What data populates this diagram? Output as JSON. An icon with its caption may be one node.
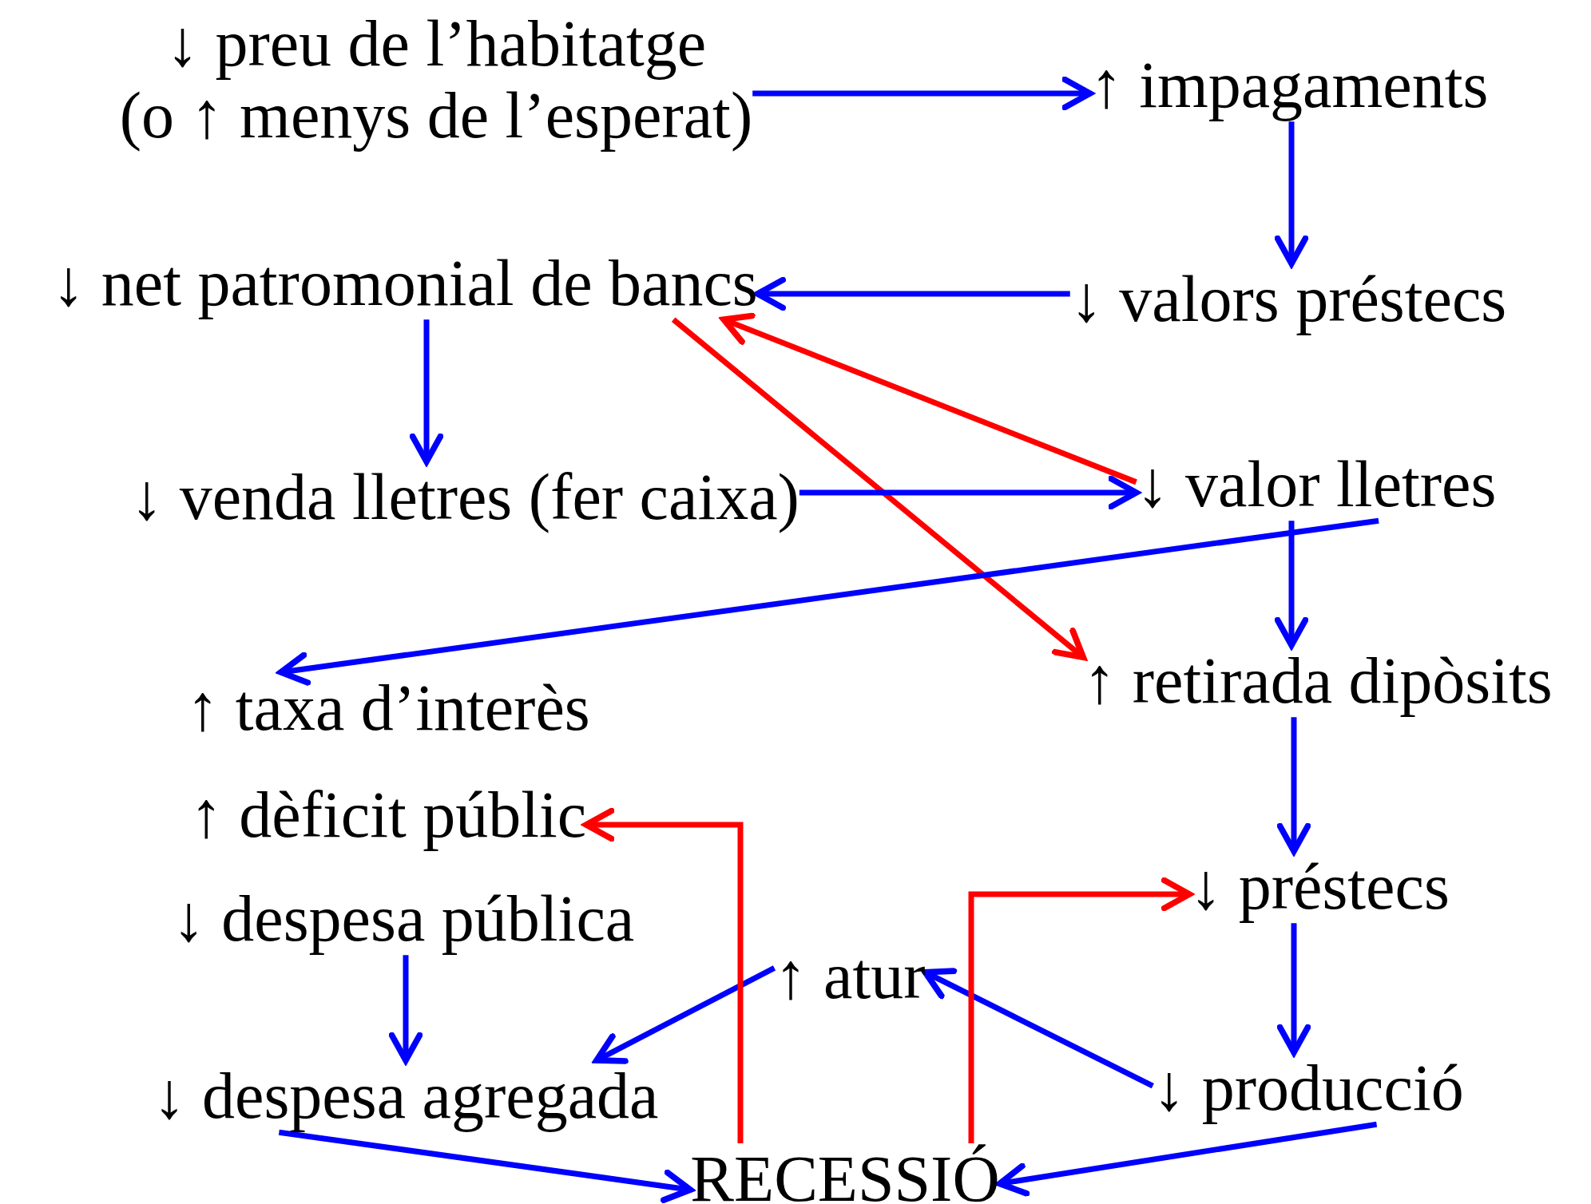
{
  "diagram": {
    "nodes": [
      {
        "text": [
          "↓ preu de l’habitatge",
          "(o ↑ menys de l’esperat)"
        ]
      },
      {
        "text": [
          "↑ impagaments"
        ]
      },
      {
        "text": [
          "↓ valors préstecs"
        ]
      },
      {
        "text": [
          "↓ net patromonial de bancs"
        ]
      },
      {
        "text": [
          "↓ venda lletres (fer caixa)"
        ]
      },
      {
        "text": [
          "↓ valor lletres"
        ]
      },
      {
        "text": [
          "↑ taxa d’interès"
        ]
      },
      {
        "text": [
          "↑ retirada dipòsits"
        ]
      },
      {
        "text": [
          "↑ dèficit públic"
        ]
      },
      {
        "text": [
          "↓ despesa pública"
        ]
      },
      {
        "text": [
          "↑ atur"
        ]
      },
      {
        "text": [
          "↓ préstecs"
        ]
      },
      {
        "text": [
          "↓ despesa agregada"
        ]
      },
      {
        "text": [
          "↓ producció"
        ]
      },
      {
        "text": [
          "RECESSIÓ"
        ]
      }
    ],
    "edges": [
      {
        "from": 0,
        "to": 1,
        "arrow": "to"
      },
      {
        "from": 1,
        "to": 2,
        "arrow": "to"
      },
      {
        "from": 2,
        "to": 3,
        "arrow": "to"
      },
      {
        "from": 3,
        "to": 4,
        "arrow": "to"
      },
      {
        "from": 5,
        "to": 3,
        "arrow": "to",
        "color": "#ff0000"
      },
      {
        "from": 3,
        "to": 7,
        "arrow": "to",
        "color": "#ff0000"
      },
      {
        "from": 4,
        "to": 5,
        "arrow": "to"
      },
      {
        "from": 5,
        "to": 6,
        "arrow": "to"
      },
      {
        "from": 5,
        "to": 7,
        "arrow": "to"
      },
      {
        "from": 7,
        "to": 11,
        "arrow": "to"
      },
      {
        "from": 11,
        "to": 13,
        "arrow": "to"
      },
      {
        "from": 9,
        "to": 12,
        "arrow": "to"
      },
      {
        "from": 10,
        "to": 12,
        "arrow": "to"
      },
      {
        "from": 13,
        "to": 10,
        "arrow": "to"
      },
      {
        "from": 12,
        "to": 14,
        "arrow": "to"
      },
      {
        "from": 13,
        "to": 14,
        "arrow": "to"
      },
      {
        "from": 14,
        "to": 8,
        "arrow": "to",
        "color": "#ff0000"
      },
      {
        "from": 14,
        "to": 11,
        "arrow": "to",
        "color": "#ff0000"
      }
    ]
  }
}
